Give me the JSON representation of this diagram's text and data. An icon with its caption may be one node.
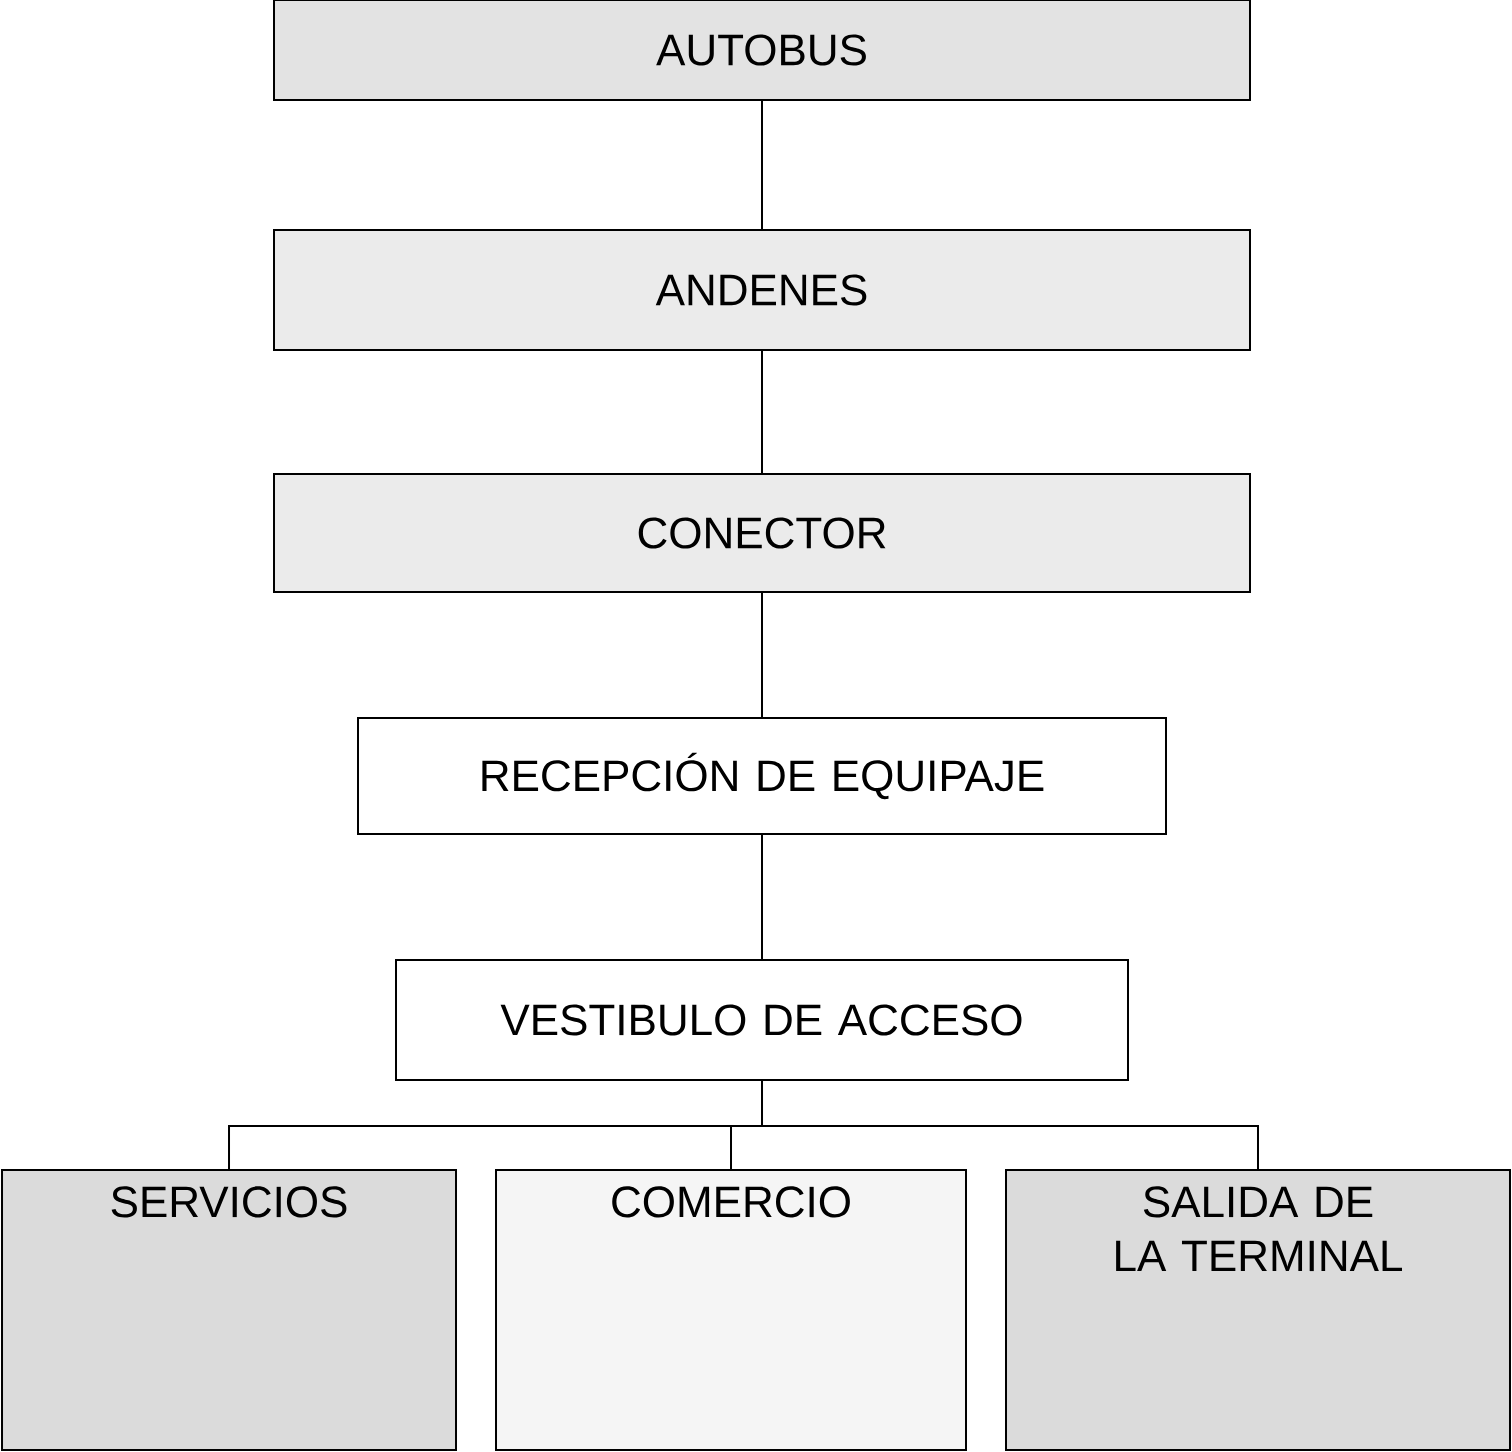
{
  "diagram": {
    "nodes": [
      {
        "text": [
          "AUTOBUS"
        ]
      },
      {
        "text": [
          "ANDENES"
        ]
      },
      {
        "text": [
          "CONECTOR"
        ]
      },
      {
        "text": [
          "RECEPCIÓN DE EQUIPAJE"
        ]
      },
      {
        "text": [
          "VESTIBULO DE ACCESO"
        ]
      },
      {
        "text": [
          "SERVICIOS"
        ]
      },
      {
        "text": [
          "COMERCIO"
        ]
      },
      {
        "text": [
          "SALIDA DE LA TERMINAL"
        ]
      }
    ],
    "edges": [
      {
        "from": 0,
        "to": 1,
        "arrow": "none"
      },
      {
        "from": 1,
        "to": 2,
        "arrow": "none"
      },
      {
        "from": 2,
        "to": 3,
        "arrow": "none"
      },
      {
        "from": 3,
        "to": 4,
        "arrow": "none"
      },
      {
        "from": 4,
        "to": 5,
        "arrow": "none"
      },
      {
        "from": 4,
        "to": 6,
        "arrow": "none"
      },
      {
        "from": 4,
        "to": 7,
        "arrow": "none"
      }
    ]
  }
}
